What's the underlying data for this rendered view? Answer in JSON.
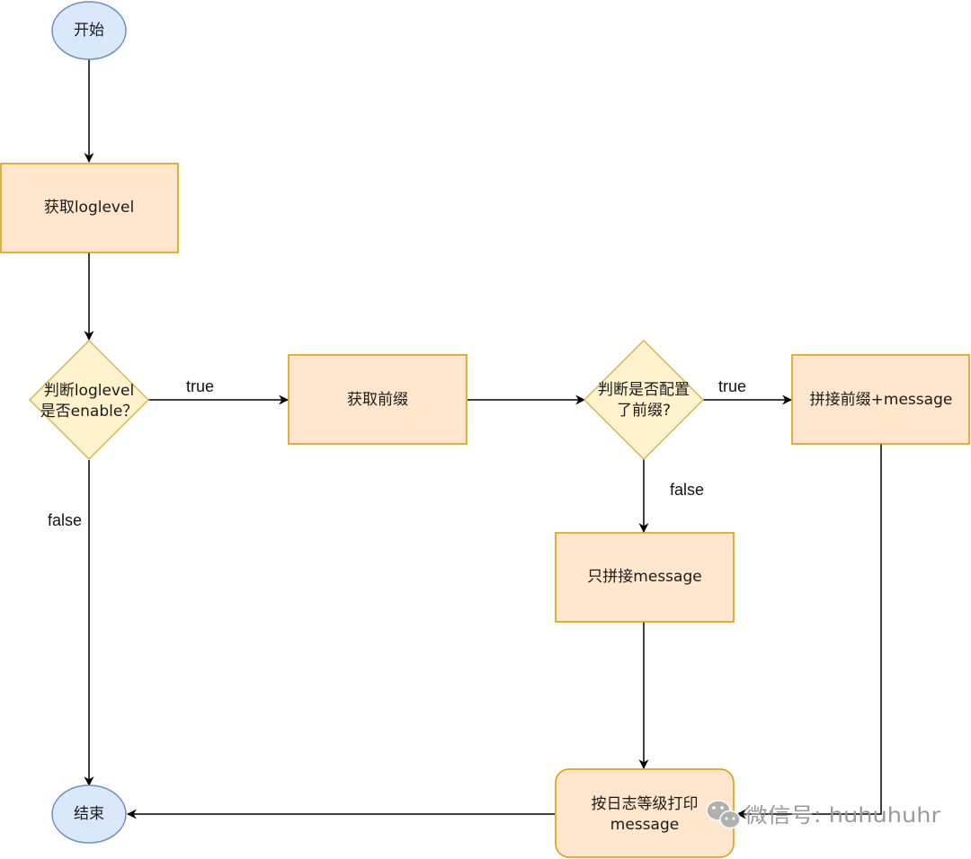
{
  "colors": {
    "ellipse_fill": "#dae8fc",
    "ellipse_stroke": "#6c8ebf",
    "process_fill": "#ffe6cc",
    "process_stroke": "#d79b00",
    "decision_fill": "#fff2cc",
    "decision_stroke": "#d6b656",
    "edge": "#000000",
    "watermark": "#9a9a9a"
  },
  "nodes": {
    "start": "开始",
    "get_loglevel": "获取loglevel",
    "check_enable": [
      "判断loglevel",
      "是否enable？"
    ],
    "get_prefix": "获取前缀",
    "check_prefix": [
      "判断是否配置",
      "了前缀?"
    ],
    "join_prefix_message": "拼接前缀+message",
    "join_message_only": "只拼接message",
    "print_by_level": [
      "按日志等级打印",
      "message"
    ],
    "end": "结束"
  },
  "edge_labels": {
    "enable_true": "true",
    "enable_false": "false",
    "prefix_true": "true",
    "prefix_false": "false"
  },
  "watermark": {
    "text": "微信号: huhuhuhr",
    "icon": "wechat-icon"
  }
}
